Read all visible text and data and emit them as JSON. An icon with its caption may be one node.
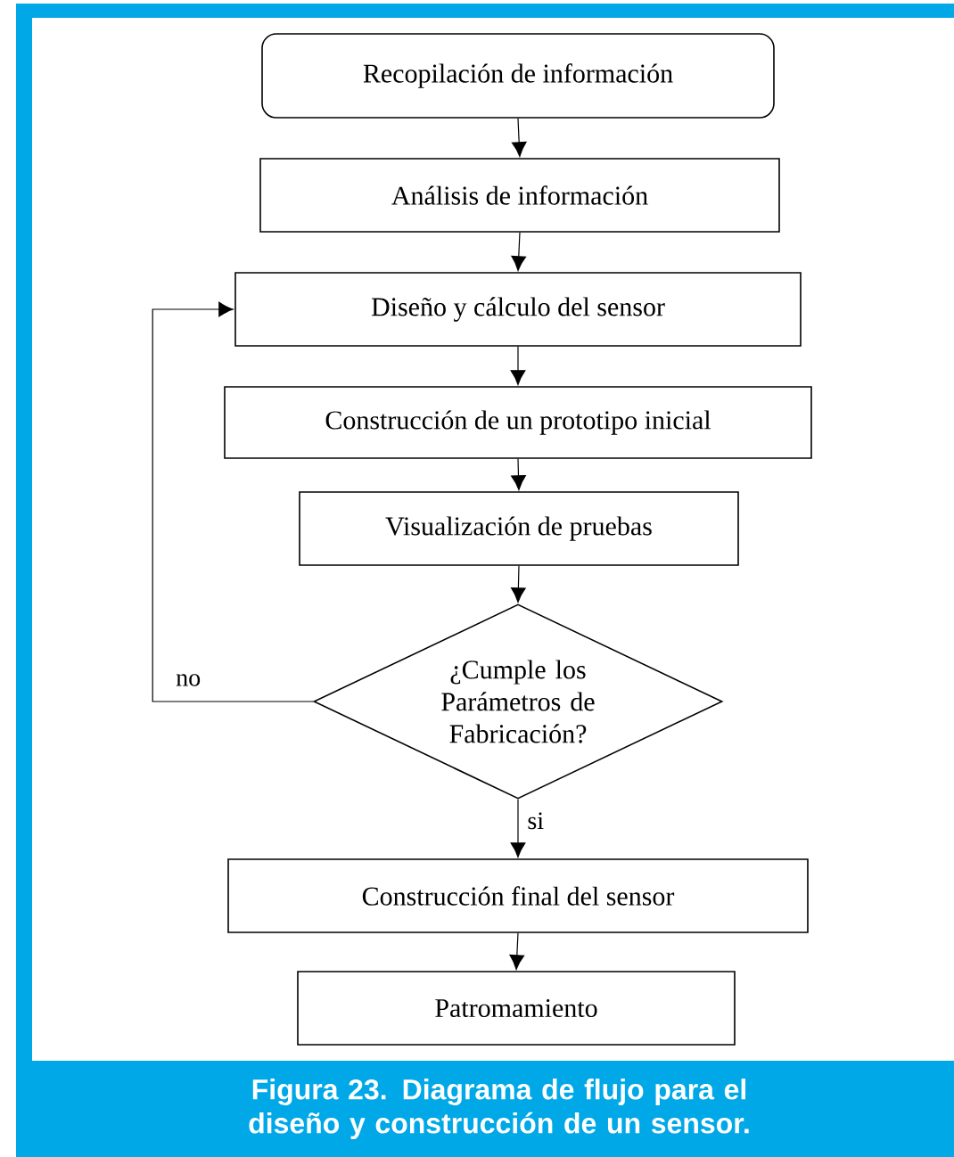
{
  "diagram": {
    "caption": "Figura 23. Diagrama de flujo para el diseño y construcción de un sensor.",
    "nodes": [
      {
        "text": [
          "Recopilación de información"
        ]
      },
      {
        "text": [
          "Análisis de información"
        ]
      },
      {
        "text": [
          "Diseño y cálculo del sensor"
        ]
      },
      {
        "text": [
          "Construcción de un prototipo inicial"
        ]
      },
      {
        "text": [
          "Visualización de pruebas"
        ]
      },
      {
        "text": [
          "¿Cumple los Parámetros de Fabricación?"
        ]
      },
      {
        "text": [
          "Construcción final del sensor"
        ]
      },
      {
        "text": [
          "Patromamiento"
        ]
      }
    ],
    "edges": [
      {
        "from": 0,
        "to": 1,
        "arrow": "to"
      },
      {
        "from": 1,
        "to": 2,
        "arrow": "to"
      },
      {
        "from": 2,
        "to": 3,
        "arrow": "to"
      },
      {
        "from": 3,
        "to": 4,
        "arrow": "to"
      },
      {
        "from": 4,
        "to": 5,
        "arrow": "to"
      },
      {
        "from": 5,
        "to": 2,
        "arrow": "to",
        "label": "no"
      },
      {
        "from": 5,
        "to": 6,
        "arrow": "to",
        "label": "si"
      },
      {
        "from": 6,
        "to": 7,
        "arrow": "to"
      }
    ]
  }
}
